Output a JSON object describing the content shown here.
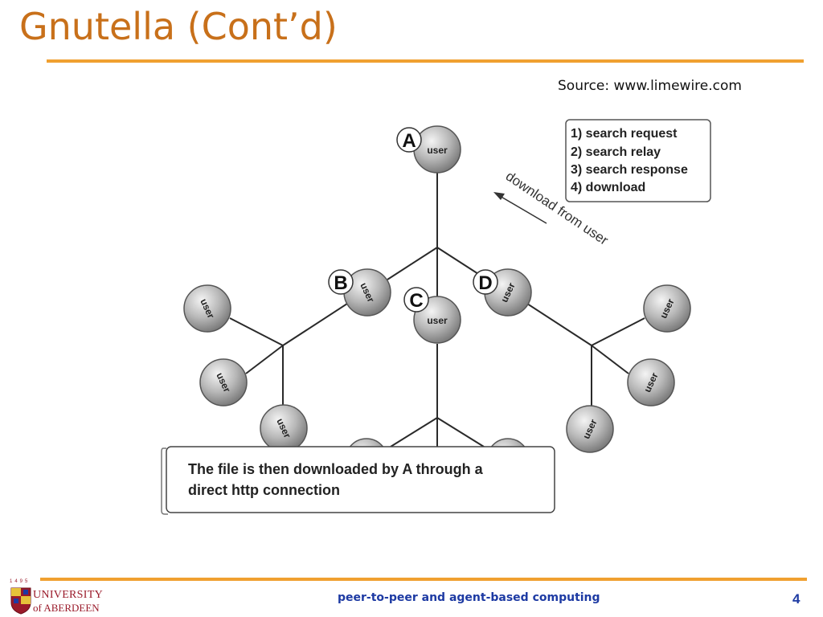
{
  "slide": {
    "title": "Gnutella (Cont’d)",
    "source": "Source: www.limewire.com",
    "page_number": "4",
    "footer_course": "peer-to-peer and agent-based computing"
  },
  "logo": {
    "year": "1495",
    "line1": "UNIVERSITY",
    "line2": "of ABERDEEN"
  },
  "diagram": {
    "node_label": "user",
    "peer_labels": {
      "a": "A",
      "b": "B",
      "c": "C",
      "d": "D"
    },
    "legend_items": [
      "1) search request",
      "2) search relay",
      "3) search  response",
      "4) download"
    ],
    "arrow_label": "download from user",
    "callout_line1": "The file is then downloaded by A through a",
    "callout_line2": "direct http connection"
  },
  "colors": {
    "title": "#c8701a",
    "rule": "#f0a030",
    "footer": "#1d3aa3",
    "logo": "#9a1a2a"
  }
}
